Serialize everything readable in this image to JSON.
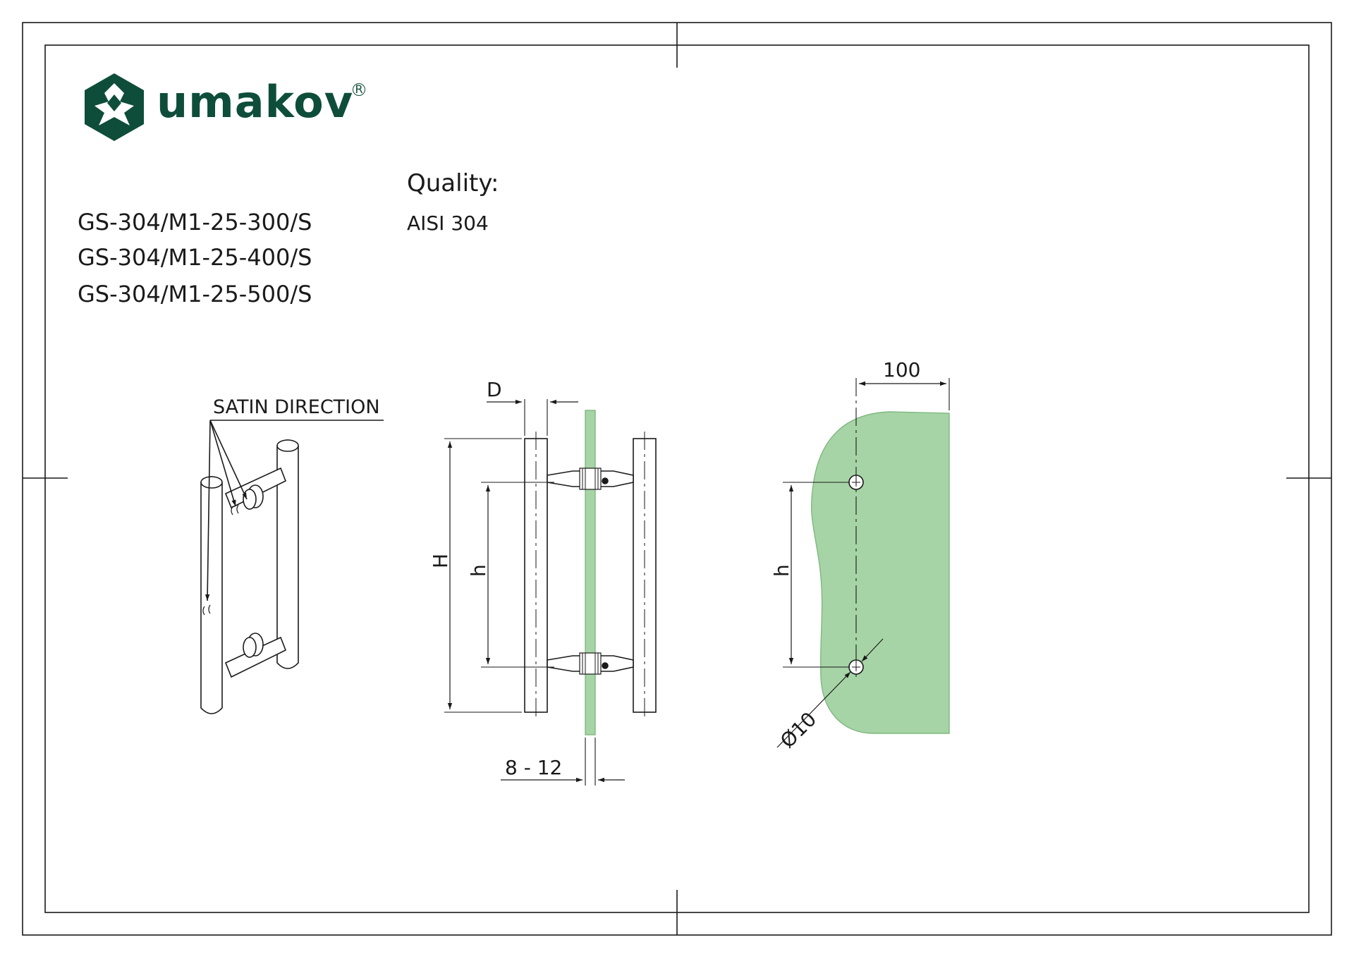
{
  "brand": {
    "name": "umakov",
    "registered_mark": "R",
    "color": "#0e4d3a"
  },
  "models": [
    "GS-304/M1-25-300/S",
    "GS-304/M1-25-400/S",
    "GS-304/M1-25-500/S"
  ],
  "quality": {
    "title": "Quality:",
    "value": "AISI 304"
  },
  "iso_view": {
    "callout": "SATIN DIRECTION"
  },
  "front_view": {
    "dim_D": "D",
    "dim_H": "H",
    "dim_h": "h",
    "dim_glass": "8 - 12"
  },
  "glass_view": {
    "dim_width": "100",
    "dim_h": "h",
    "dim_hole": "Ø10",
    "glass_color": "#a6d4a6"
  },
  "colors": {
    "line": "#1a1a1a",
    "glass": "#a6d4a6",
    "glass_edge": "#7fb87f"
  }
}
